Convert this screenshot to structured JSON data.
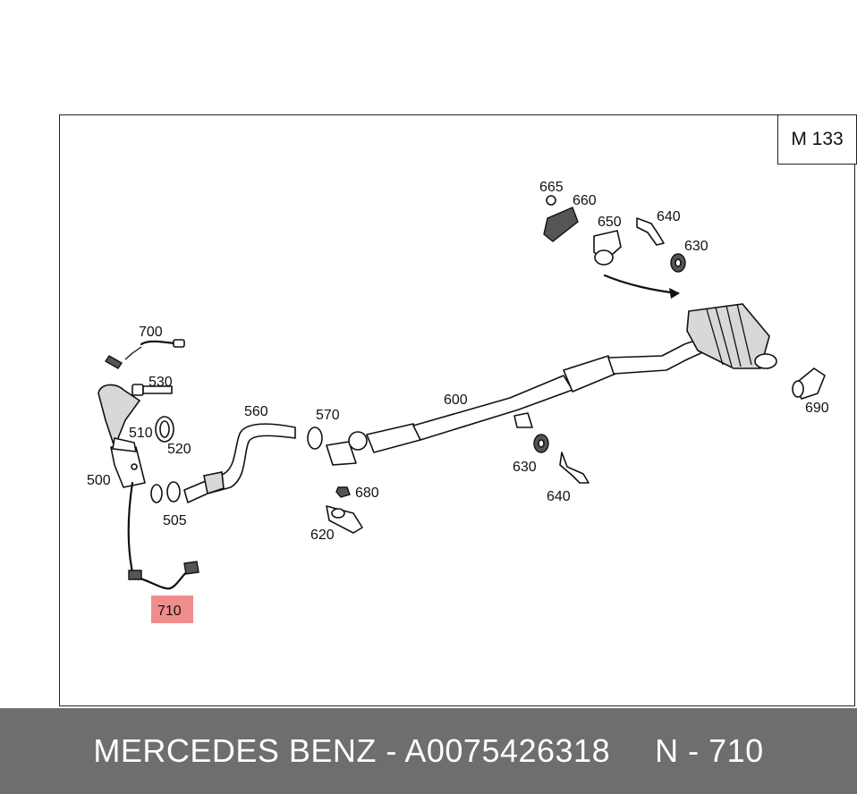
{
  "engine_code": "M 133",
  "callouts": {
    "c700": "700",
    "c530": "530",
    "c510": "510",
    "c520": "520",
    "c500": "500",
    "c505": "505",
    "c560": "560",
    "c570": "570",
    "c600": "600",
    "c680": "680",
    "c620": "620",
    "c630a": "630",
    "c640a": "640",
    "c665": "665",
    "c660": "660",
    "c650": "650",
    "c640b": "640",
    "c630b": "630",
    "c690": "690",
    "c710": "710"
  },
  "highlighted_part": "710",
  "highlight_color": "#f08c8c",
  "footer": {
    "brand_part": "MERCEDES BENZ - A0075426318",
    "position_code": "N - 710",
    "background": "#6e6e6e"
  }
}
